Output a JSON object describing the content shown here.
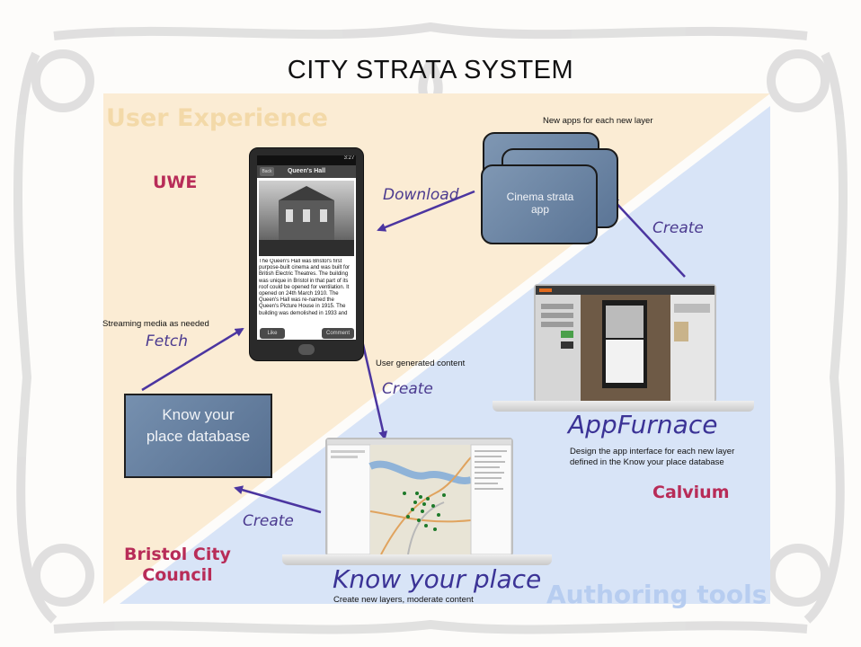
{
  "title": "CITY STRATA SYSTEM",
  "regions": {
    "user_experience": "User Experience",
    "authoring_tools": "Authoring tools"
  },
  "orgs": {
    "uwe": "UWE",
    "calvium": "Calvium",
    "bristol_line1": "Bristol City",
    "bristol_line2": "Council"
  },
  "phone": {
    "status_time": "3:27",
    "back_label": "Back",
    "screen_title": "Queen's Hall",
    "body_text": "The Queen's Hall was Bristol's first purpose-built cinema and was built for British Electric Theatres. The building was unique in Bristol in that part of its roof could be opened for ventilation. It opened on 24th March 1910. The Queen's Hall was re-named the Queen's Picture House in 1915. The building was demolished in 1933 and",
    "like_label": "Like",
    "comment_label": "Comment"
  },
  "apps": {
    "caption": "New apps for each new layer",
    "card_text": "Cinema strata app"
  },
  "database": {
    "line1": "Know your",
    "line2": "place database"
  },
  "arrows": {
    "download": "Download",
    "create_top": "Create",
    "fetch": "Fetch",
    "create_middle": "Create",
    "create_bottom": "Create"
  },
  "captions": {
    "streaming": "Streaming media as needed",
    "user_generated": "User generated content"
  },
  "appfurnace": {
    "name": "AppFurnace",
    "desc_line1": "Design the app interface for each new layer",
    "desc_line2": "defined in the Know your place database"
  },
  "kyp": {
    "name": "Know your place",
    "desc": "Create new layers, moderate content"
  },
  "colors": {
    "ux_region": "#fbecd4",
    "auth_region": "#d8e4f7",
    "org_text": "#b82c58",
    "arrow": "#4b35a0",
    "card": "#6c86a6"
  },
  "icons": [
    "phone-illustration",
    "laptop-illustration",
    "map-screenshot",
    "decorative-frame"
  ]
}
